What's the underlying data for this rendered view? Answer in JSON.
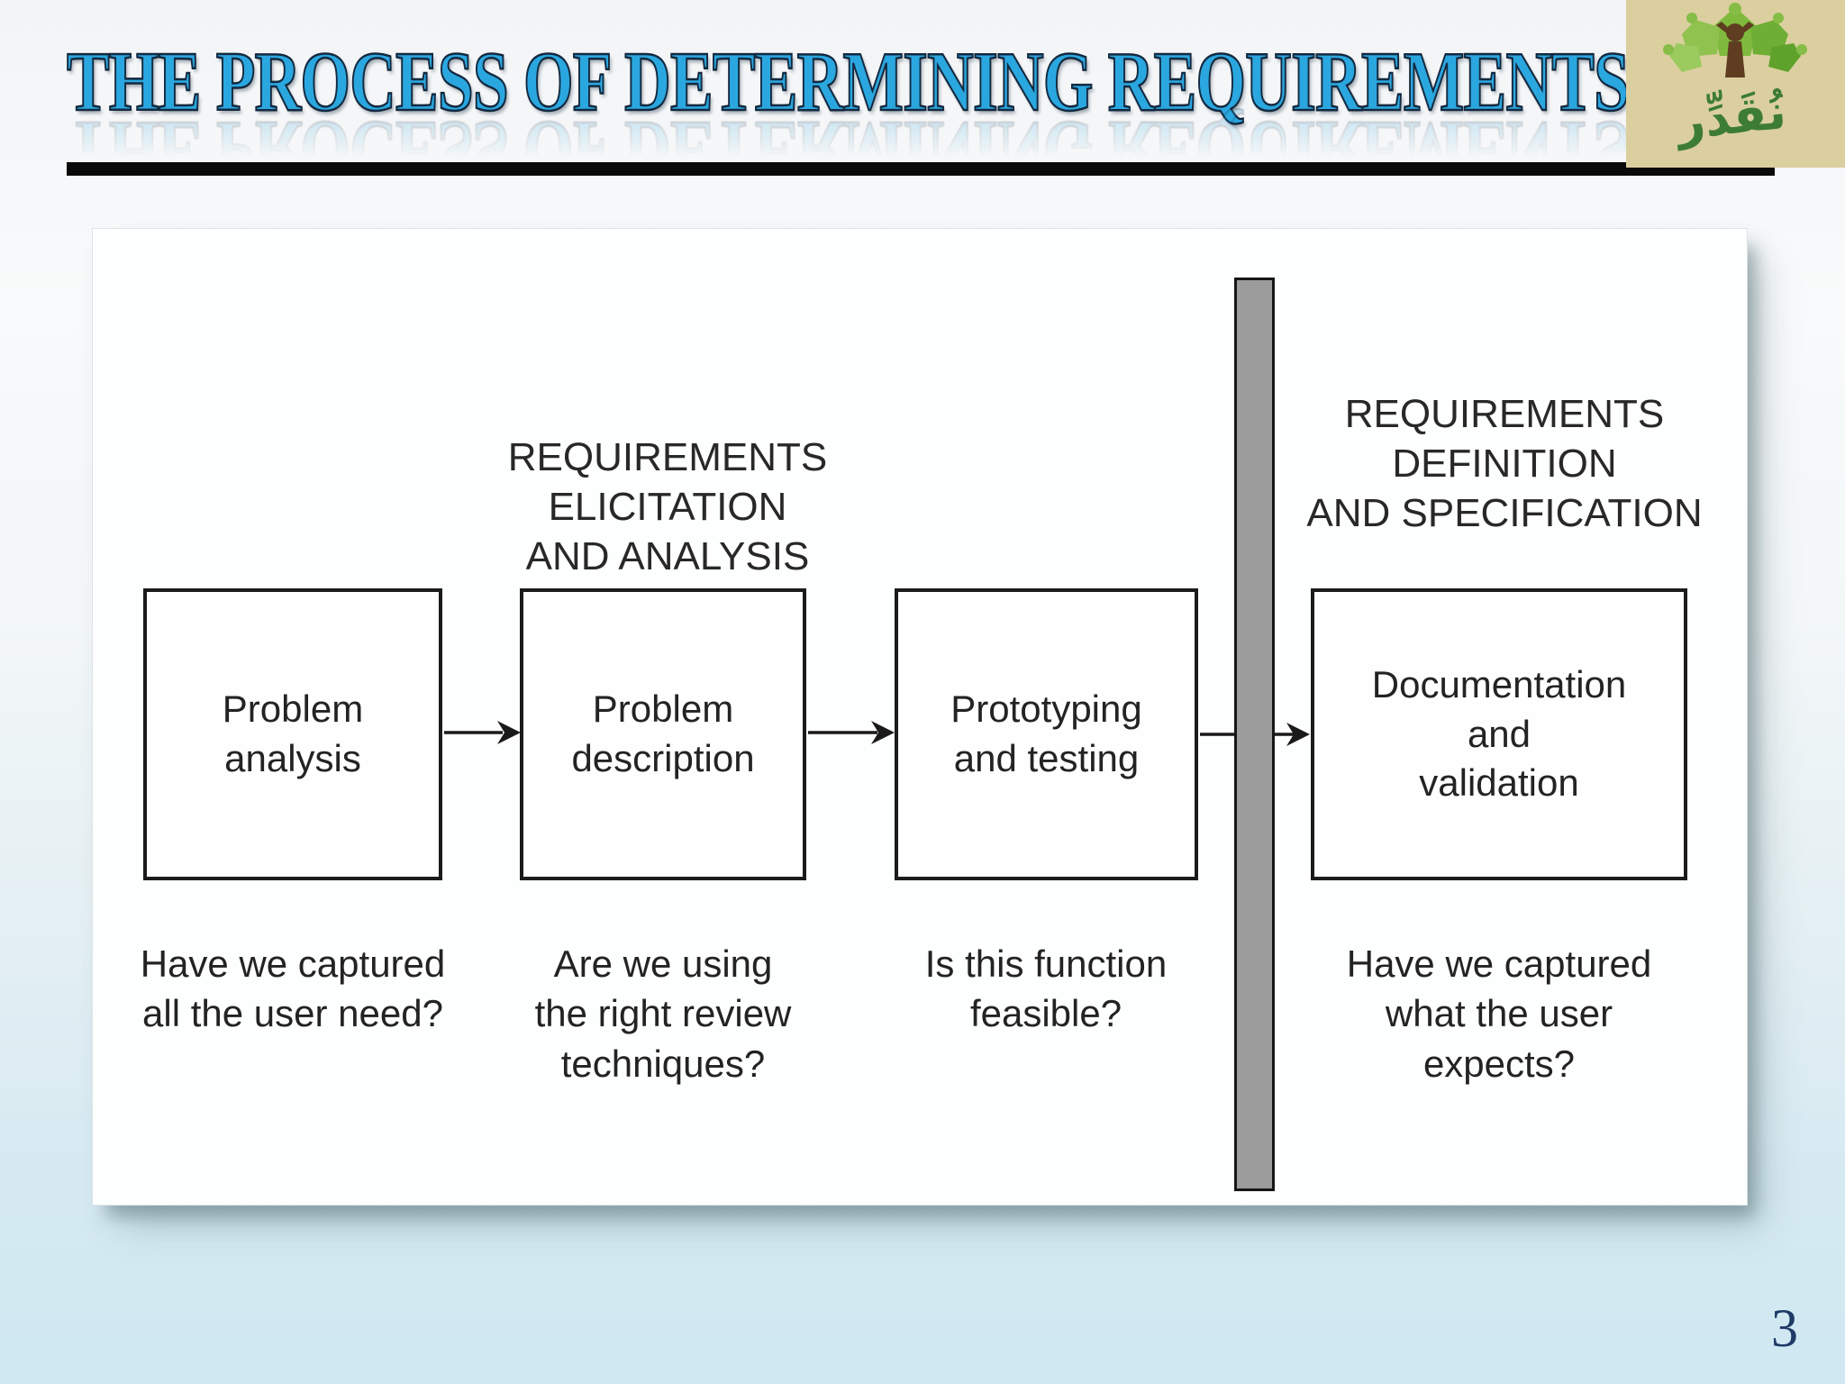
{
  "slide": {
    "title": "THE PROCESS OF DETERMINING REQUIREMENTS",
    "page_number": "3"
  },
  "logo": {
    "arabic_name": "نُقَدِّر"
  },
  "diagram": {
    "left_header": "REQUIREMENTS ELICITATION\nAND ANALYSIS",
    "right_header": "REQUIREMENTS\nDEFINITION\nAND SPECIFICATION",
    "boxes": [
      {
        "label": "Problem\nanalysis",
        "question": "Have we captured\nall the user need?"
      },
      {
        "label": "Problem\ndescription",
        "question": "Are we using\nthe right review\ntechniques?"
      },
      {
        "label": "Prototyping\nand testing",
        "question": "Is this function\nfeasible?"
      },
      {
        "label": "Documentation\nand\nvalidation",
        "question": "Have we captured\nwhat the user\nexpects?"
      }
    ],
    "colors": {
      "title_blue": "#2BA7E0",
      "divider_gray": "#9C9C9C",
      "page_number_navy": "#1E3A66",
      "logo_beige": "#DBCF9F",
      "logo_green": "#3D7C35",
      "box_border_black": "#1B1B1B"
    }
  }
}
